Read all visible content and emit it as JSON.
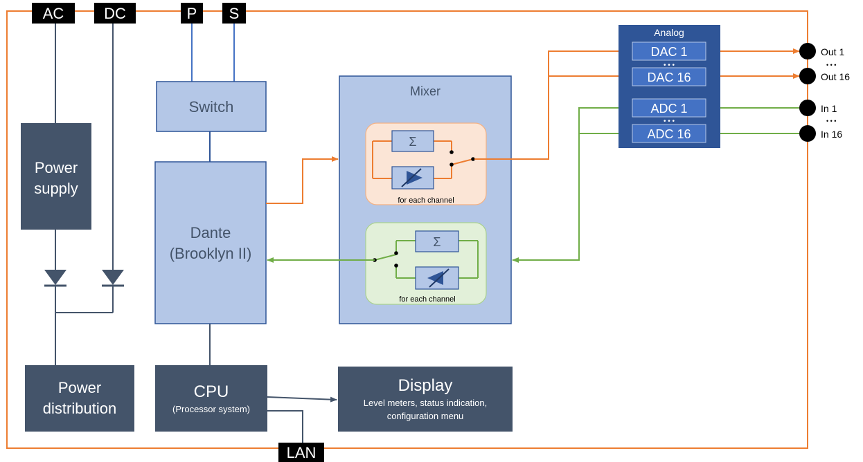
{
  "connectors": {
    "ac": "AC",
    "dc": "DC",
    "p": "P",
    "s": "S",
    "lan": "LAN"
  },
  "blocks": {
    "power_supply": [
      "Power",
      "supply"
    ],
    "power_distribution": [
      "Power",
      "distribution"
    ],
    "switch": "Switch",
    "dante": [
      "Dante",
      "(Brooklyn II)"
    ],
    "cpu": "CPU",
    "cpu_sub": "(Processor system)",
    "display": "Display",
    "display_sub": [
      "Level meters, status indication,",
      "configuration menu"
    ]
  },
  "mixer": {
    "title": "Mixer",
    "sum_symbol": "Σ",
    "for_each_channel_top": "for each channel",
    "for_each_channel_bottom": "for each channel"
  },
  "analog": {
    "title": "Analog",
    "dac1": "DAC 1",
    "dac16": "DAC 16",
    "adc1": "ADC 1",
    "adc16": "ADC 16",
    "dots": "• • •"
  },
  "ports": {
    "out1": "Out 1",
    "out16": "Out 16",
    "in1": "In 1",
    "in16": "In 16",
    "dots": "• • •"
  },
  "colors": {
    "dark_block": "#44546a",
    "light_block": "#b4c7e7",
    "block_border": "#2f5597",
    "analog_bg": "#2f5597",
    "analog_inner": "#4472c4",
    "orange": "#ed7d31",
    "green": "#70ad47",
    "orange_panel": "#fbe5d6",
    "green_panel": "#e2f0d9",
    "line_blue": "#4472c4"
  }
}
